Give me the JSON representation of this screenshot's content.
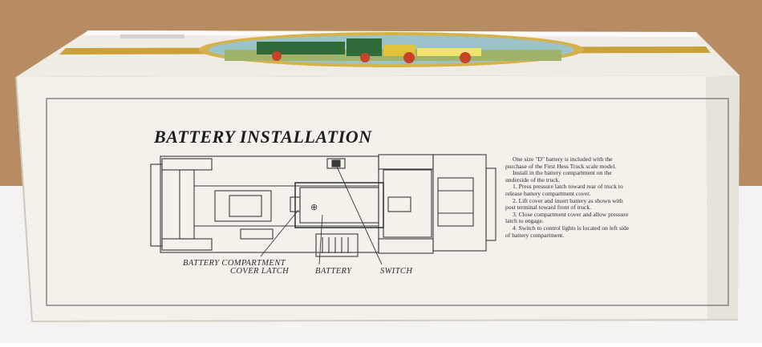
{
  "panel": {
    "heading": "BATTERY INSTALLATION",
    "labels": {
      "latch_line1": "BATTERY COMPARTMENT",
      "latch_line2": "COVER LATCH",
      "battery": "BATTERY",
      "switch": "SWITCH"
    },
    "instructions": [
      "One size \"D\" battery is included with the purchase of the First Hess Truck scale model.",
      "Install in the battery compartment on the underside of the truck.",
      "1. Press pressure latch toward rear of truck to release battery compartment cover.",
      "2. Lift cover and insert battery as shown with post terminal toward front of truck.",
      "3. Close compartment cover and allow pressure latch to engage.",
      "4. Switch to control lights is located on left side of battery compartment."
    ]
  },
  "battery_symbol": "⊕",
  "colors": {
    "box_white": "#f5f4ee",
    "box_shadow": "#dcd9cf",
    "gold_stripe": "#c9a23c",
    "wall_tan": "#b48a62",
    "border_gray": "#888888"
  }
}
